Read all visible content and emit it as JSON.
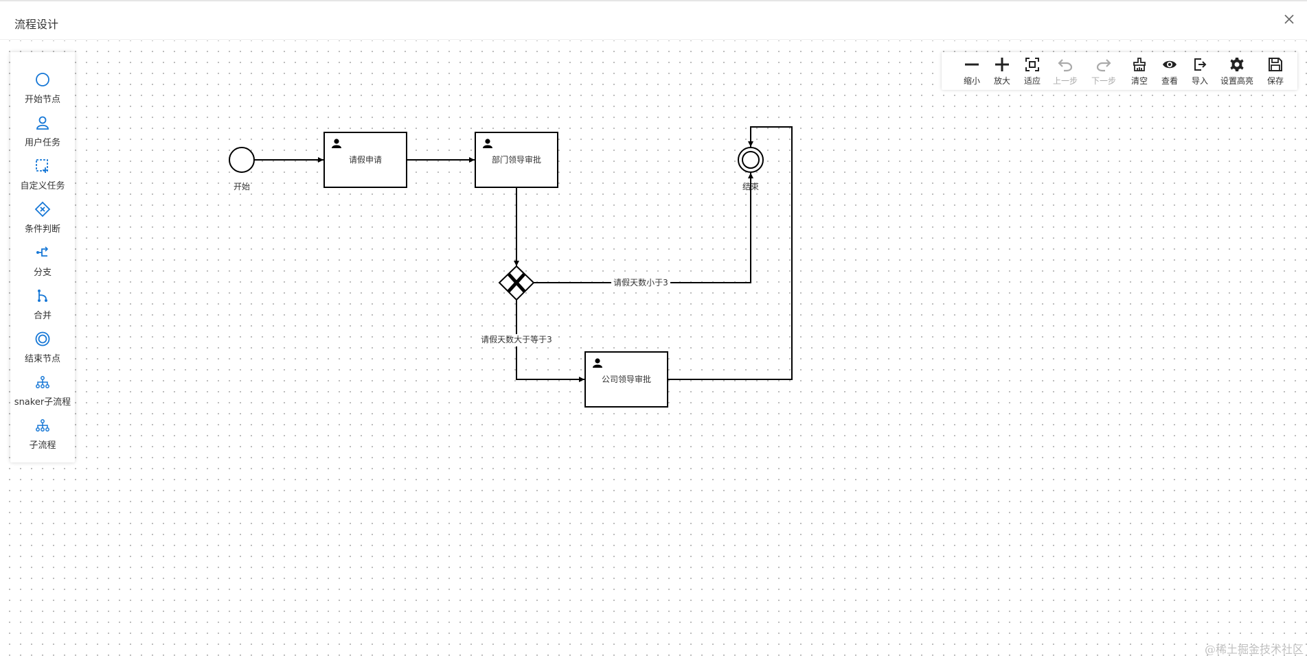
{
  "dialog": {
    "title": "流程设计"
  },
  "palette": {
    "items": [
      {
        "label": "开始节点",
        "icon": "start-event-icon"
      },
      {
        "label": "用户任务",
        "icon": "user-task-icon"
      },
      {
        "label": "自定义任务",
        "icon": "custom-task-icon"
      },
      {
        "label": "条件判断",
        "icon": "gateway-icon"
      },
      {
        "label": "分支",
        "icon": "fork-icon"
      },
      {
        "label": "合并",
        "icon": "join-icon"
      },
      {
        "label": "结束节点",
        "icon": "end-event-icon"
      },
      {
        "label": "snaker子流程",
        "icon": "subprocess-icon"
      },
      {
        "label": "子流程",
        "icon": "subprocess-icon"
      }
    ]
  },
  "toolbar": {
    "items": [
      {
        "label": "缩小",
        "icon": "zoom-out-icon",
        "enabled": true
      },
      {
        "label": "放大",
        "icon": "zoom-in-icon",
        "enabled": true
      },
      {
        "label": "适应",
        "icon": "fit-icon",
        "enabled": true
      },
      {
        "label": "上一步",
        "icon": "undo-icon",
        "enabled": false
      },
      {
        "label": "下一步",
        "icon": "redo-icon",
        "enabled": false
      },
      {
        "label": "清空",
        "icon": "clear-icon",
        "enabled": true
      },
      {
        "label": "查看",
        "icon": "eye-icon",
        "enabled": true
      },
      {
        "label": "导入",
        "icon": "import-icon",
        "enabled": true
      },
      {
        "label": "设置高亮",
        "icon": "gear-icon",
        "enabled": true
      },
      {
        "label": "保存",
        "icon": "save-icon",
        "enabled": true
      }
    ]
  },
  "diagram": {
    "start_label": "开始",
    "end_label": "结束",
    "task_apply": "请假申请",
    "task_dept": "部门领导审批",
    "task_company": "公司领导审批",
    "edge_less": "请假天数小于3",
    "edge_greater": "请假天数大于等于3"
  },
  "watermark": "@稀土掘金技术社区",
  "colors": {
    "accent": "#1677d6",
    "stroke": "#000000",
    "disabled": "#aaaaaa"
  }
}
